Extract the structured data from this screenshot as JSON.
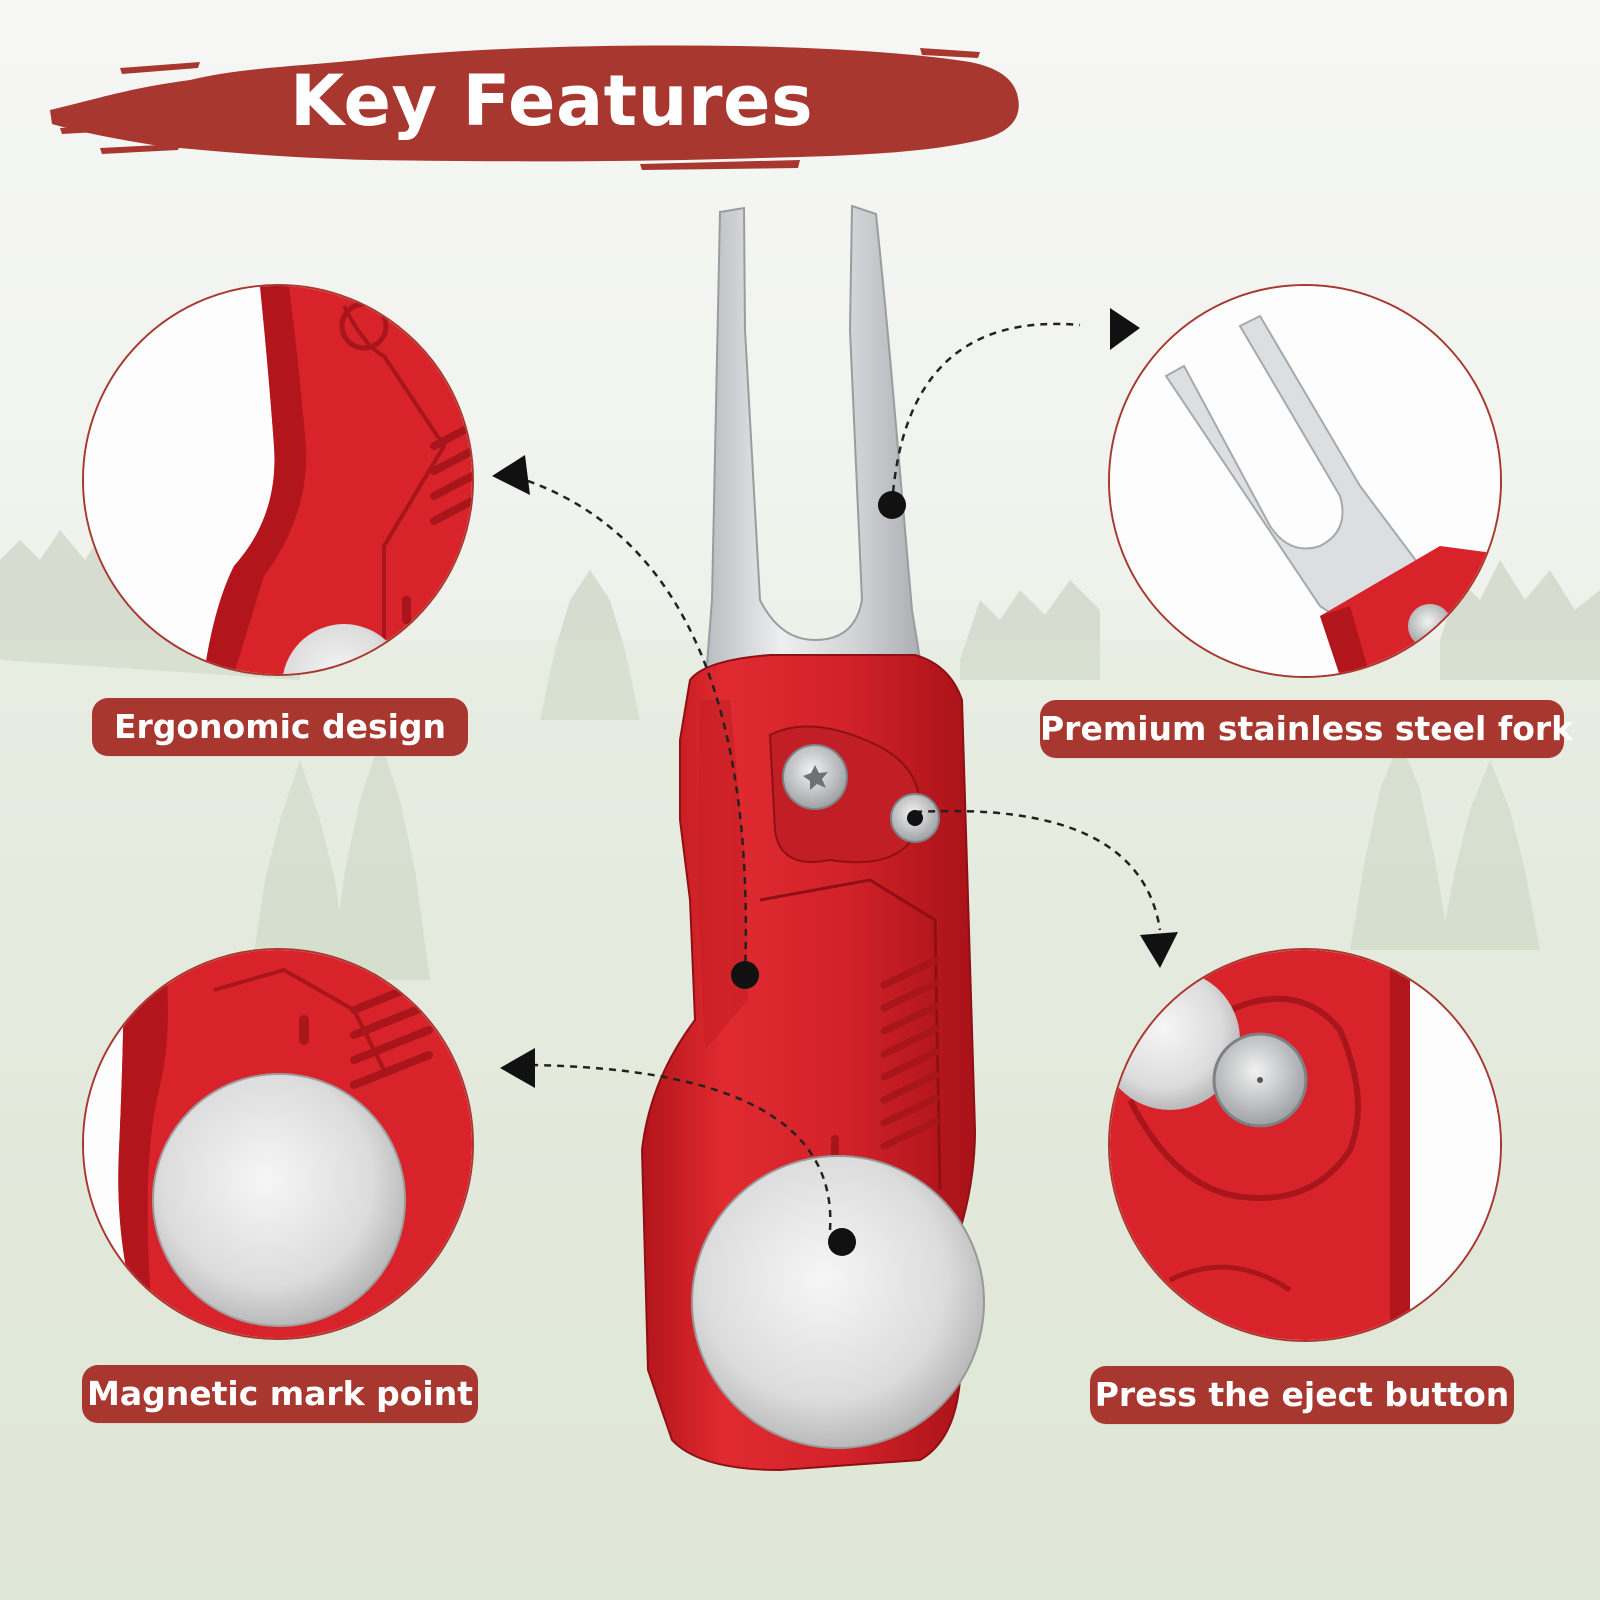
{
  "header": {
    "title": "Key Features"
  },
  "features": [
    {
      "label": "Ergonomic design"
    },
    {
      "label": "Premium stainless steel fork"
    },
    {
      "label": "Magnetic mark point"
    },
    {
      "label": "Press the eject button"
    }
  ],
  "colors": {
    "accent": "#a8372f",
    "product_red": "#d8232a",
    "steel": "#d9dbdd",
    "background": "#f3f5f1"
  },
  "icons": {
    "fork": "divot-tool-fork",
    "magnet": "ball-marker-magnet",
    "button": "eject-button"
  }
}
